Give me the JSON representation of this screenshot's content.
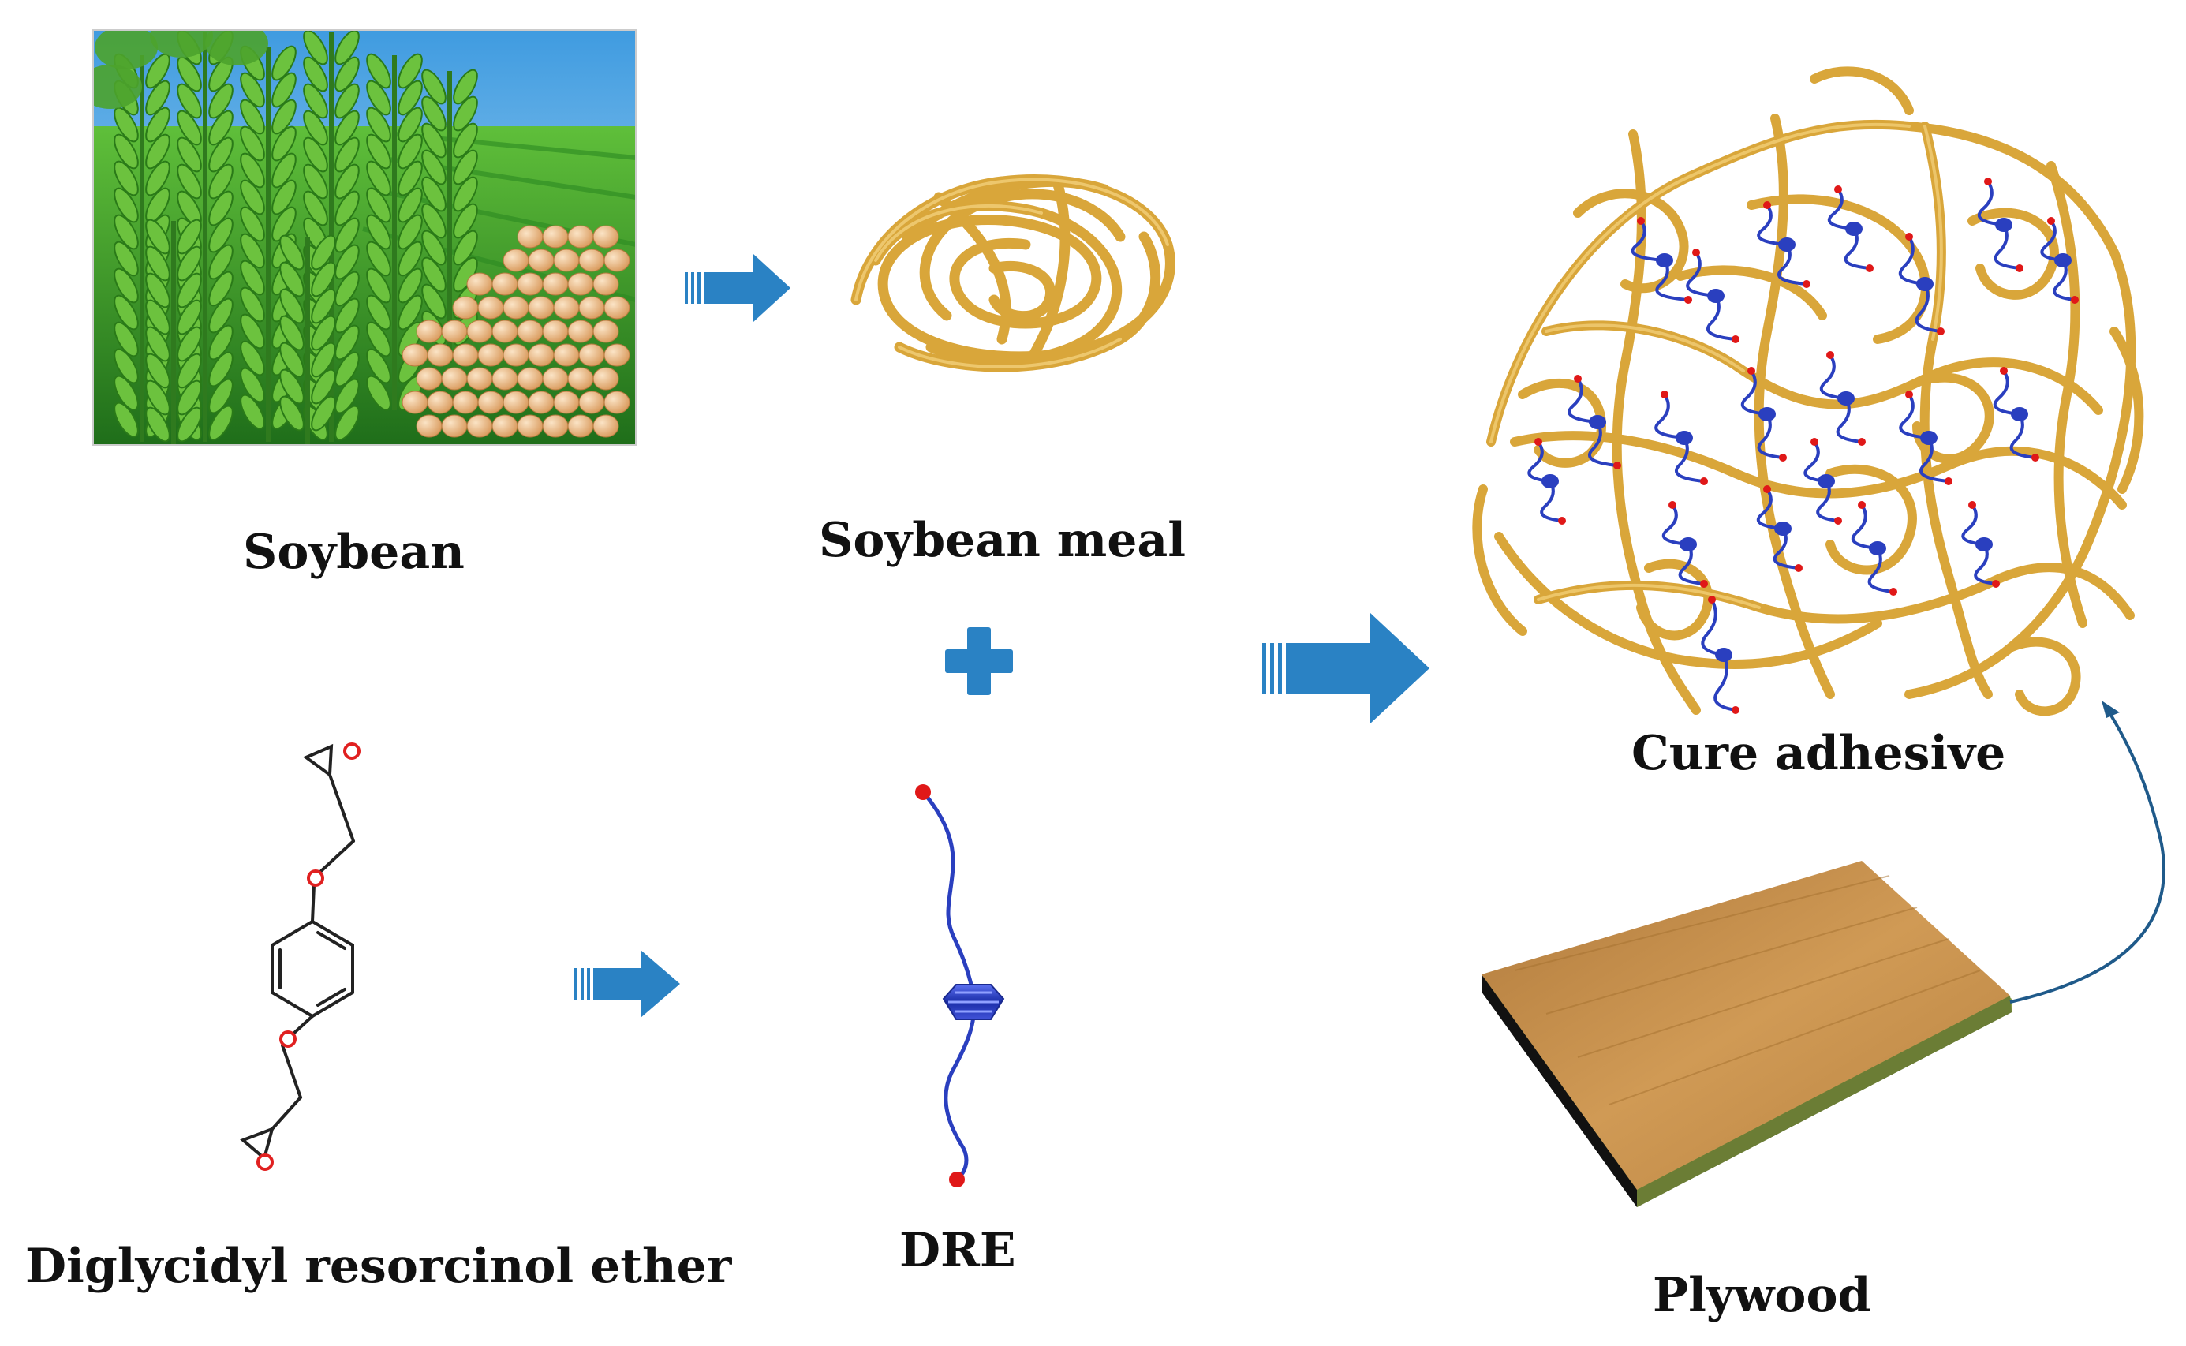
{
  "labels": {
    "soybean": "Soybean",
    "soybean_meal": "Soybean meal",
    "cure_adhesive": "Cure adhesive",
    "diglycidyl": "Diglycidyl resorcinol ether",
    "dre": "DRE",
    "plywood": "Plywood"
  },
  "molecule_atoms": {
    "oxygen": "O"
  },
  "colors": {
    "arrow_blue": "#2a82c4",
    "protein_gold": "#d9a63a",
    "dre_blue": "#2a3fbf",
    "dre_end_red": "#e01818",
    "link_line": "#1f5a8a"
  }
}
